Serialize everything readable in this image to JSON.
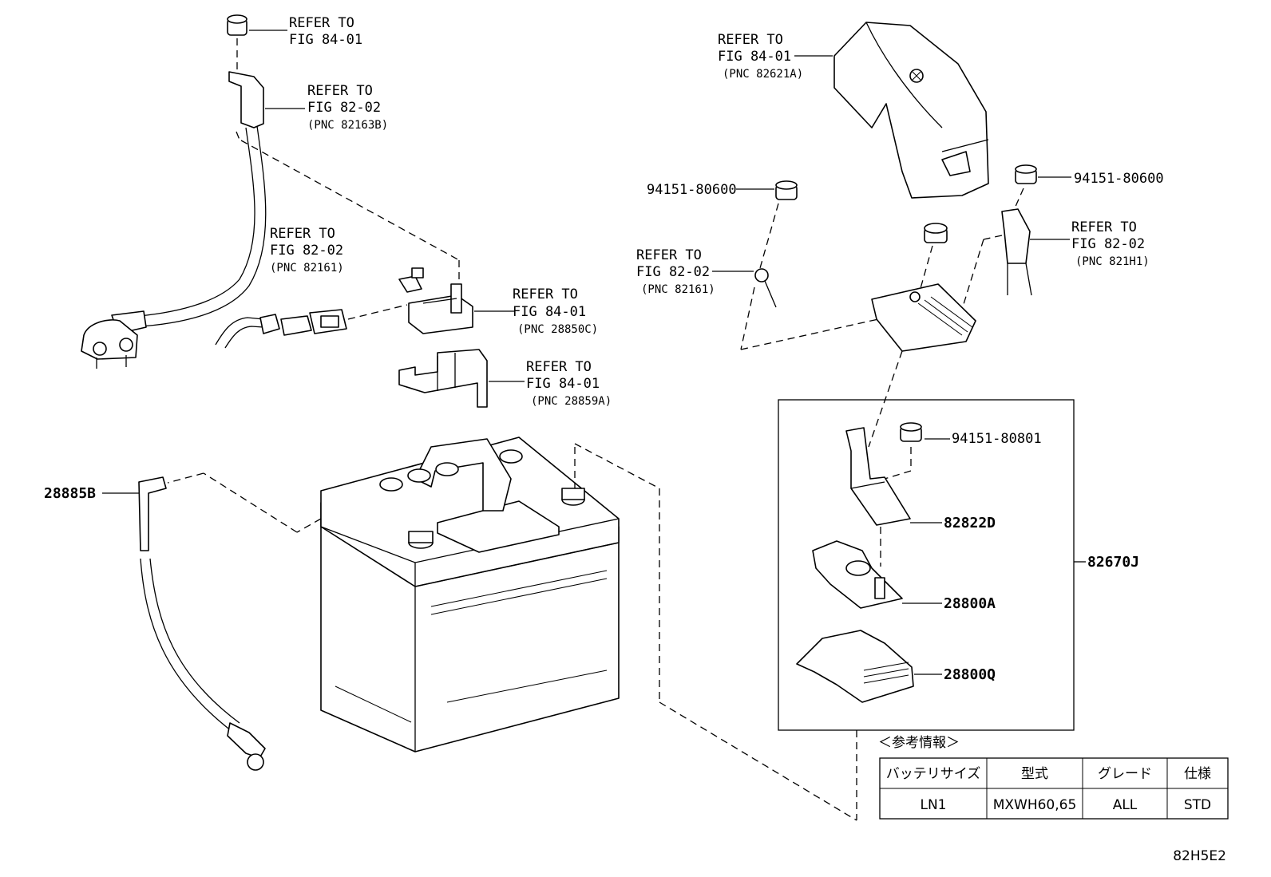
{
  "labels": {
    "refer_to": "REFER TO",
    "fig_84_01": "FIG 84-01",
    "fig_82_02": "FIG 82-02",
    "pnc_82163B": "(PNC 82163B)",
    "pnc_82161": "(PNC 82161)",
    "pnc_28850C": "(PNC 28850C)",
    "pnc_28859A": "(PNC 28859A)",
    "pnc_82621A": "(PNC 82621A)",
    "pnc_821H1": "(PNC 821H1)"
  },
  "part_numbers": {
    "p28885B": "28885B",
    "p94151_80600_left": "94151-80600",
    "p94151_80600_right": "94151-80600",
    "p94151_80801": "94151-80801",
    "p82822D": "82822D",
    "p82670J": "82670J",
    "p28800A": "28800A",
    "p28800Q": "28800Q"
  },
  "reference_table": {
    "title": "＜参考情報＞",
    "headers": [
      "バッテリサイズ",
      "型式",
      "グレード",
      "仕様"
    ],
    "row": [
      "LN1",
      "MXWH60,65",
      "ALL",
      "STD"
    ]
  },
  "figure_code": "82H5E2"
}
